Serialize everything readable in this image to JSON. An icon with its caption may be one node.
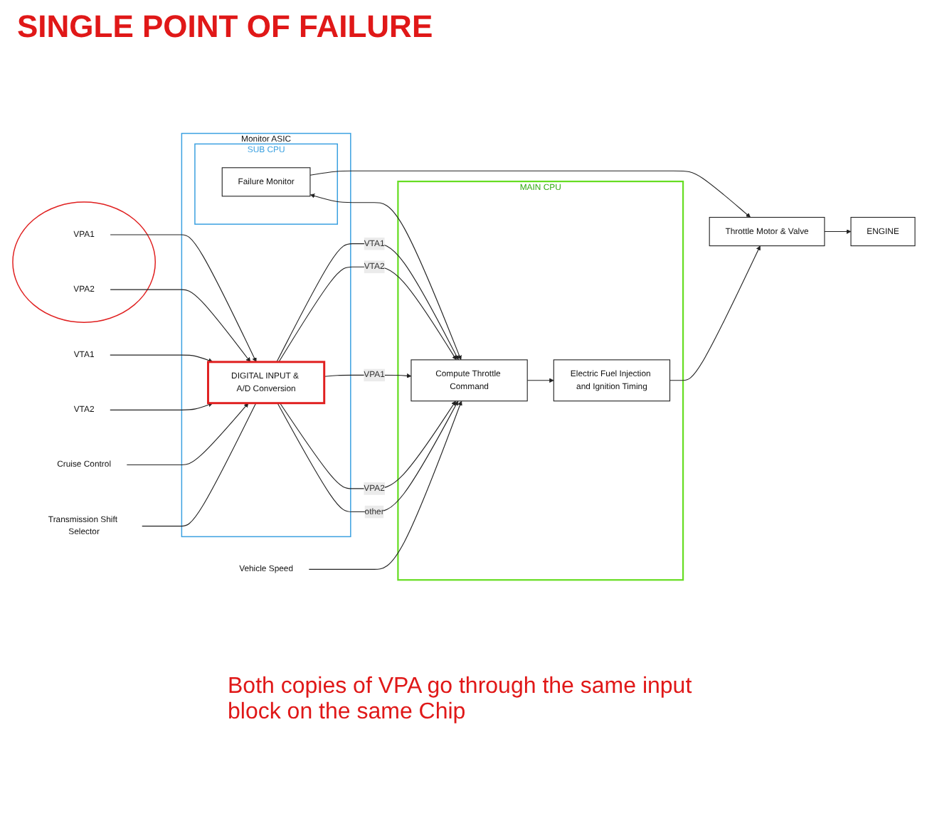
{
  "diagram": {
    "title": "SINGLE POINT OF FAILURE",
    "nodes": [
      {
        "text": [
          "Monitor ASIC"
        ]
      },
      {
        "text": [
          "VTA1"
        ]
      },
      {
        "text": [
          "VTA2"
        ]
      },
      {
        "text": [],
        "shape": "circle"
      },
      {
        "text": [
          "VPA1"
        ],
        "in": 3
      },
      {
        "text": [
          "VPA2"
        ],
        "in": 3
      },
      {
        "text": [
          "Cruise Control"
        ]
      },
      {
        "text": [
          "Transmission Shift Selector"
        ]
      },
      {
        "text": [
          "Vehicle Speed"
        ]
      },
      {
        "text": [
          "DIGITAL INPUT & A/D Conversion"
        ],
        "in": 0
      },
      {
        "text": [
          "SUB CPU"
        ],
        "in": 0
      },
      {
        "text": [
          "Failure Monitor"
        ],
        "in": 10
      },
      {
        "text": [
          "Throttle Motor & Valve"
        ]
      },
      {
        "text": [
          "ENGINE"
        ]
      },
      {
        "text": [
          "MAIN CPU"
        ]
      },
      {
        "text": [
          "Compute Throttle Command"
        ],
        "in": 14
      },
      {
        "text": [
          "Electric Fuel Injection and Ignition Timing"
        ],
        "in": 14
      }
    ],
    "edges": [
      {
        "from": 1,
        "to": 9,
        "arrow": "to"
      },
      {
        "from": 2,
        "to": 9,
        "arrow": "to"
      },
      {
        "from": 4,
        "to": 9,
        "arrow": "to"
      },
      {
        "from": 5,
        "to": 9,
        "arrow": "to"
      },
      {
        "from": 6,
        "to": 9,
        "arrow": "to"
      },
      {
        "from": 7,
        "to": 9,
        "arrow": "none"
      },
      {
        "from": 9,
        "to": 15,
        "arrow": "to",
        "label": "VTA1"
      },
      {
        "from": 9,
        "to": 15,
        "arrow": "to",
        "label": "VTA2"
      },
      {
        "from": 9,
        "to": 15,
        "arrow": "to",
        "label": "VPA1"
      },
      {
        "from": 9,
        "to": 15,
        "arrow": "to",
        "label": "VPA2"
      },
      {
        "from": 9,
        "to": 15,
        "arrow": "to",
        "label": "other"
      },
      {
        "from": 11,
        "to": 12,
        "arrow": "to"
      },
      {
        "from": 11,
        "to": 15,
        "arrow": "both"
      },
      {
        "from": 12,
        "to": 13,
        "arrow": "to"
      },
      {
        "from": 15,
        "to": 16,
        "arrow": "to"
      },
      {
        "from": 16,
        "to": 12,
        "arrow": "to"
      },
      {
        "from": 8,
        "to": 15,
        "arrow": "to"
      }
    ],
    "labels": [
      "Both copies of VPA go through the same input block on the same Chip"
    ]
  }
}
